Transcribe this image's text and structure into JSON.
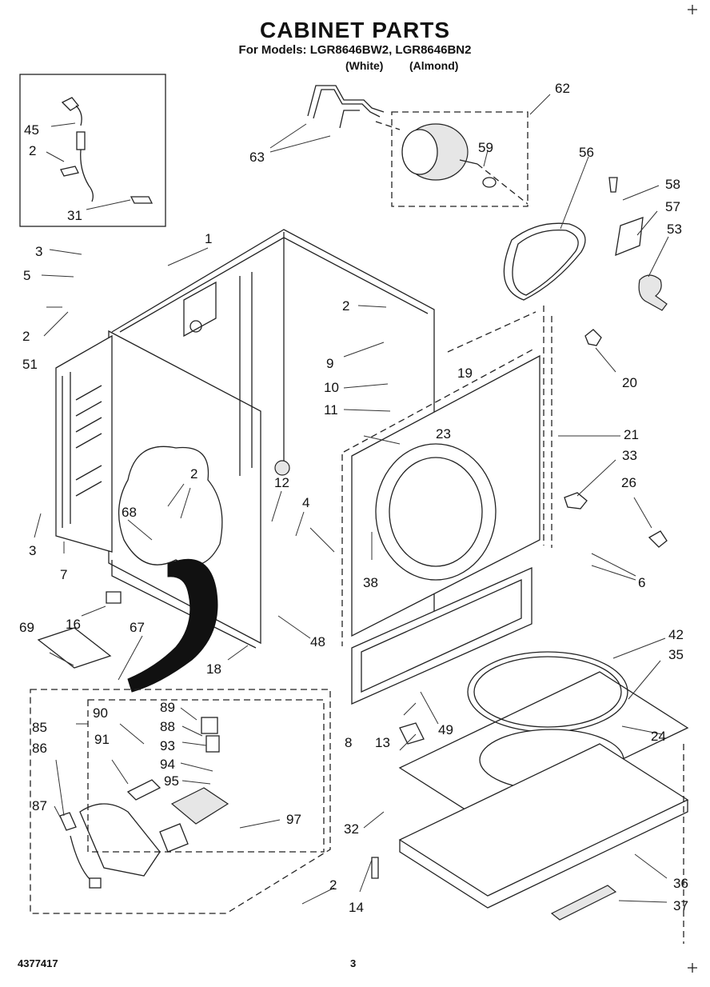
{
  "header": {
    "title": "CABINET PARTS",
    "models_line": "For Models: LGR8646BW2, LGR8646BN2",
    "color_white": "(White)",
    "color_almond": "(Almond)"
  },
  "footer": {
    "doc_number": "4377417",
    "page_number": "3"
  },
  "callouts": [
    "1",
    "2",
    "3",
    "4",
    "5",
    "6",
    "7",
    "8",
    "9",
    "10",
    "11",
    "12",
    "13",
    "14",
    "16",
    "18",
    "19",
    "20",
    "21",
    "23",
    "24",
    "26",
    "31",
    "32",
    "33",
    "35",
    "36",
    "37",
    "38",
    "42",
    "45",
    "48",
    "49",
    "51",
    "53",
    "56",
    "57",
    "58",
    "59",
    "62",
    "63",
    "67",
    "68",
    "69",
    "85",
    "86",
    "87",
    "88",
    "89",
    "90",
    "91",
    "93",
    "94",
    "95",
    "97"
  ]
}
